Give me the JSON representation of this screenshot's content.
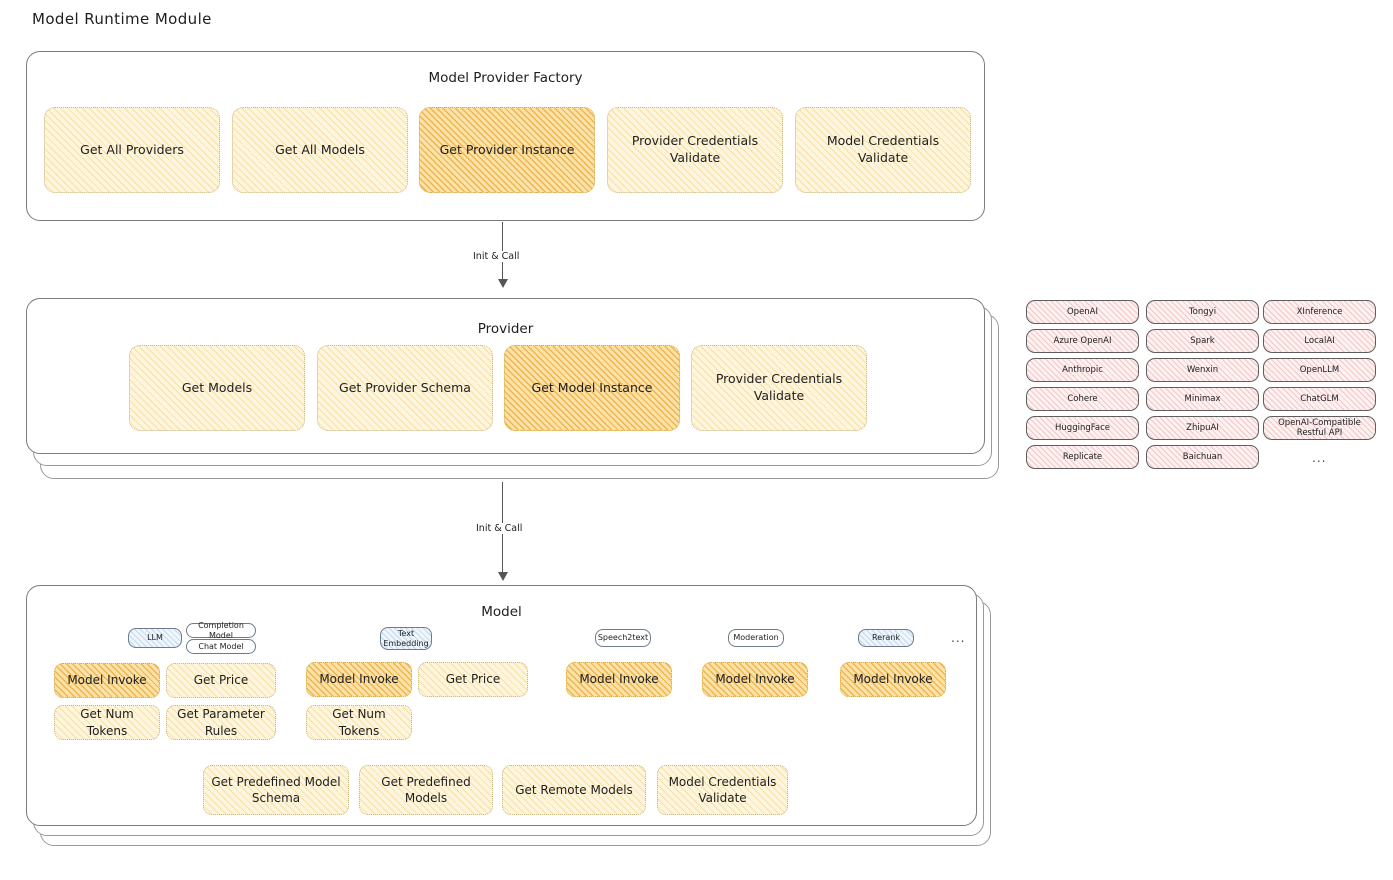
{
  "page": {
    "title": "Model Runtime Module"
  },
  "factory": {
    "title": "Model Provider Factory",
    "nodes": [
      {
        "label": "Get All Providers",
        "highlight": false
      },
      {
        "label": "Get All Models",
        "highlight": false
      },
      {
        "label": "Get Provider Instance",
        "highlight": true
      },
      {
        "label": "Provider Credentials Validate",
        "highlight": false
      },
      {
        "label": "Model Credentials Validate",
        "highlight": false
      }
    ]
  },
  "arrow1": {
    "label": "Init & Call"
  },
  "provider": {
    "title": "Provider",
    "nodes": [
      {
        "label": "Get Models",
        "highlight": false
      },
      {
        "label": "Get Provider Schema",
        "highlight": false
      },
      {
        "label": "Get Model Instance",
        "highlight": true
      },
      {
        "label": "Provider Credentials Validate",
        "highlight": false
      }
    ]
  },
  "arrow2": {
    "label": "Init & Call"
  },
  "provider_list": {
    "columns": [
      [
        "OpenAI",
        "Azure OpenAI",
        "Anthropic",
        "Cohere",
        "HuggingFace",
        "Replicate"
      ],
      [
        "Tongyi",
        "Spark",
        "Wenxin",
        "Minimax",
        "ZhipuAI",
        "Baichuan"
      ],
      [
        "XInference",
        "LocalAI",
        "OpenLLM",
        "ChatGLM",
        "OpenAI-Compatible Restful API"
      ]
    ],
    "more": "..."
  },
  "model": {
    "title": "Model",
    "more": "...",
    "types": [
      {
        "tag": "LLM",
        "tag_style": "blue",
        "subtags": [
          "Completion Model",
          "Chat Model"
        ],
        "ops": [
          {
            "label": "Model Invoke",
            "highlight": true
          },
          {
            "label": "Get Price",
            "highlight": false
          },
          {
            "label": "Get Num Tokens",
            "highlight": false
          },
          {
            "label": "Get Parameter Rules",
            "highlight": false
          }
        ]
      },
      {
        "tag": "Text Embedding",
        "tag_style": "blue",
        "subtags": [],
        "ops": [
          {
            "label": "Model Invoke",
            "highlight": true
          },
          {
            "label": "Get Price",
            "highlight": false
          },
          {
            "label": "Get Num Tokens",
            "highlight": false
          }
        ]
      },
      {
        "tag": "Speech2text",
        "tag_style": "plain",
        "subtags": [],
        "ops": [
          {
            "label": "Model Invoke",
            "highlight": true
          }
        ]
      },
      {
        "tag": "Moderation",
        "tag_style": "plain",
        "subtags": [],
        "ops": [
          {
            "label": "Model Invoke",
            "highlight": true
          }
        ]
      },
      {
        "tag": "Rerank",
        "tag_style": "blue",
        "subtags": [],
        "ops": [
          {
            "label": "Model Invoke",
            "highlight": true
          }
        ]
      }
    ],
    "common_ops": [
      "Get Predefined Model Schema",
      "Get Predefined Models",
      "Get Remote Models",
      "Model Credentials Validate"
    ]
  },
  "colors": {
    "node_fill": "#fdf5dd",
    "node_highlight_fill": "#fbe2ab",
    "provider_pill_fill": "#fdf1f1",
    "tag_blue_fill": "#eef5fb",
    "panel_border": "#7b7b7b",
    "text": "#1e1e1e"
  }
}
